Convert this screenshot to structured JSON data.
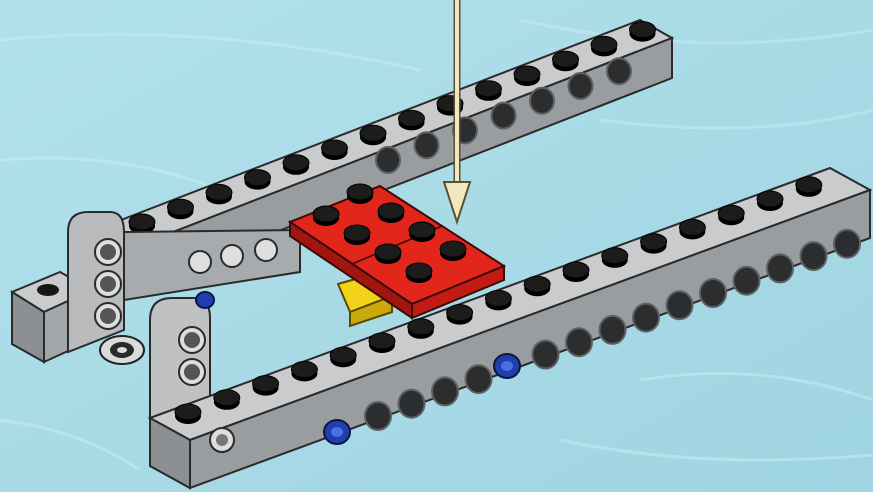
{
  "scene": {
    "background_color": "#a9dbe7",
    "water_streak_color": "#c6ecf3",
    "arrow_color": "#f2e8c0",
    "brick_gray": "#9a9d9f",
    "brick_gray_light": "#c9cbcd",
    "brick_gray_dark": "#6d7072",
    "plate_red": "#e3261c",
    "plate_red_dark": "#a3150f",
    "stud_black": "#151515",
    "pin_blue": "#1f3fb0",
    "piece_yellow": "#f3d21a"
  },
  "parts": {
    "arrow": "insertion-arrow",
    "red_plate": "red-plate-2x4",
    "yellow_piece": "yellow-connector",
    "long_beams": "gray-technic-beams",
    "frames": "gray-technic-frames",
    "blue_pins": "blue-axle-pins",
    "gear": "small-gear"
  }
}
